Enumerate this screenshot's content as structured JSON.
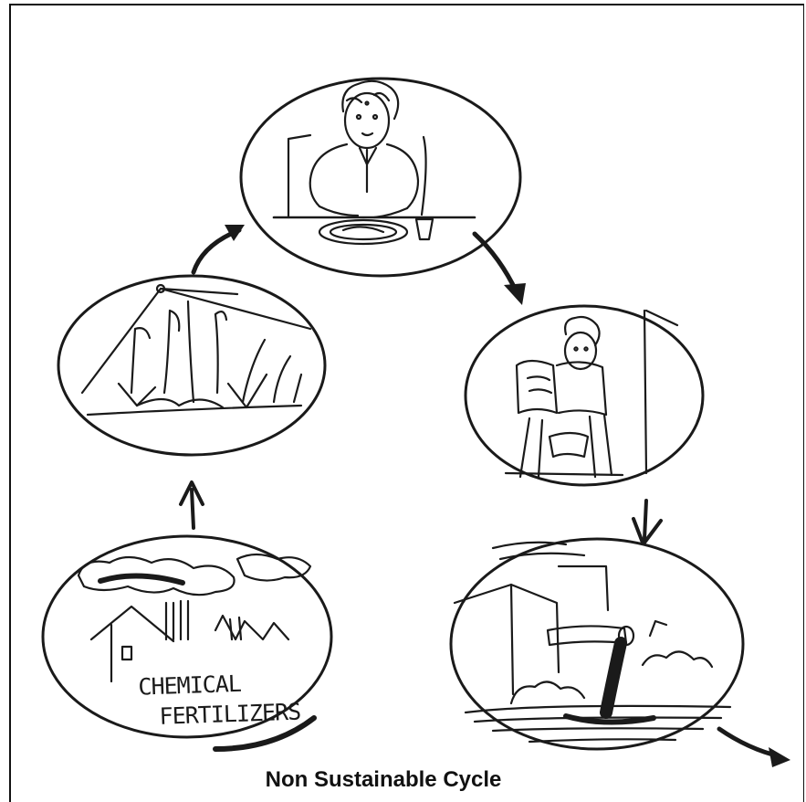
{
  "caption": "Non Sustainable Cycle",
  "fertilizer_label": {
    "line1": "CHEMICAL",
    "line2": "FERTILIZERS"
  },
  "colors": {
    "ink": "#1a1a1a",
    "background": "#ffffff"
  },
  "stages": [
    "person-eating-meal",
    "person-on-toilet-reading",
    "sewage-discharge-into-water",
    "chemical-fertilizer-factory",
    "crops-being-sprayed"
  ]
}
